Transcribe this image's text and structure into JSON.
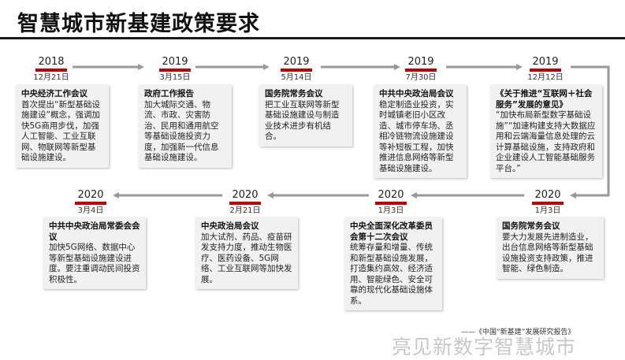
{
  "title": "智慧城市新基建政策要求",
  "source": "——《中国“新基建”发展研究报告》",
  "watermark": "亮见新数字智慧城市",
  "accent": "#c00000",
  "events": [
    {
      "year": "2018",
      "date": "12月21日",
      "head": "中央经济工作会议",
      "body": "首次提出“新型基础设施建设”概念，强调加快5G商用步伐，加强人工智能、工业互联网、物联网等新型基础设施建设。"
    },
    {
      "year": "2019",
      "date": "3月15日",
      "head": "政府工作报告",
      "body": "加大城际交通、物流、市政、灾害防治、民用和通用航空等基础设施投资力度，加强新一代信息基础设施建设。"
    },
    {
      "year": "2019",
      "date": "5月14日",
      "head": "国务院常务会议",
      "body": "把工业互联网等新型基础设施建设与制造业技术进步有机结合。"
    },
    {
      "year": "2019",
      "date": "7月30日",
      "head": "中共中央政治局会议",
      "body": "稳定制造业投资，实时城镇老旧小区改造、城市停车场、丞相冷链物流设施建设等补短板工程，加快推进信息网络等新型基础设施建设。"
    },
    {
      "year": "2019",
      "date": "12月12日",
      "head": "《关于推进“互联网＋社会服务”发展的意见》",
      "body": "“加快布局新型数字基础设施”“加速构建支持大数据应用和云端海量信息处理的云计算基础设施，支持政府和企业建设人工智能基础服务平台。”"
    },
    {
      "year": "2020",
      "date": "1月3日",
      "head": "国务院常务会议",
      "body": "要大力发展先进制造业，出台信息网络等新型基础设施投资支持政策，推进智能、绿色制造。"
    },
    {
      "year": "2020",
      "date": "1月3日",
      "head": "中央全面深化改革委员会第十二次会议",
      "body": "统筹存量和增量、传统和新型基础设施发展，打造集约高效、经济适用、智能绿色、安全可靠的现代化基础设施体系。"
    },
    {
      "year": "2020",
      "date": "2月21日",
      "head": "中央政治局会议",
      "body": "加大试剂、药品、疫苗研发支持力度，推动生物医疗、医药设备、5G网络、工业互联网等加快发展。"
    },
    {
      "year": "2020",
      "date": "3月4日",
      "head": "中共中央政治局常委会会议",
      "body": "加快5G网络、数据中心等新型基础设施建设进度。要注重调动民间投资积极性。"
    }
  ]
}
